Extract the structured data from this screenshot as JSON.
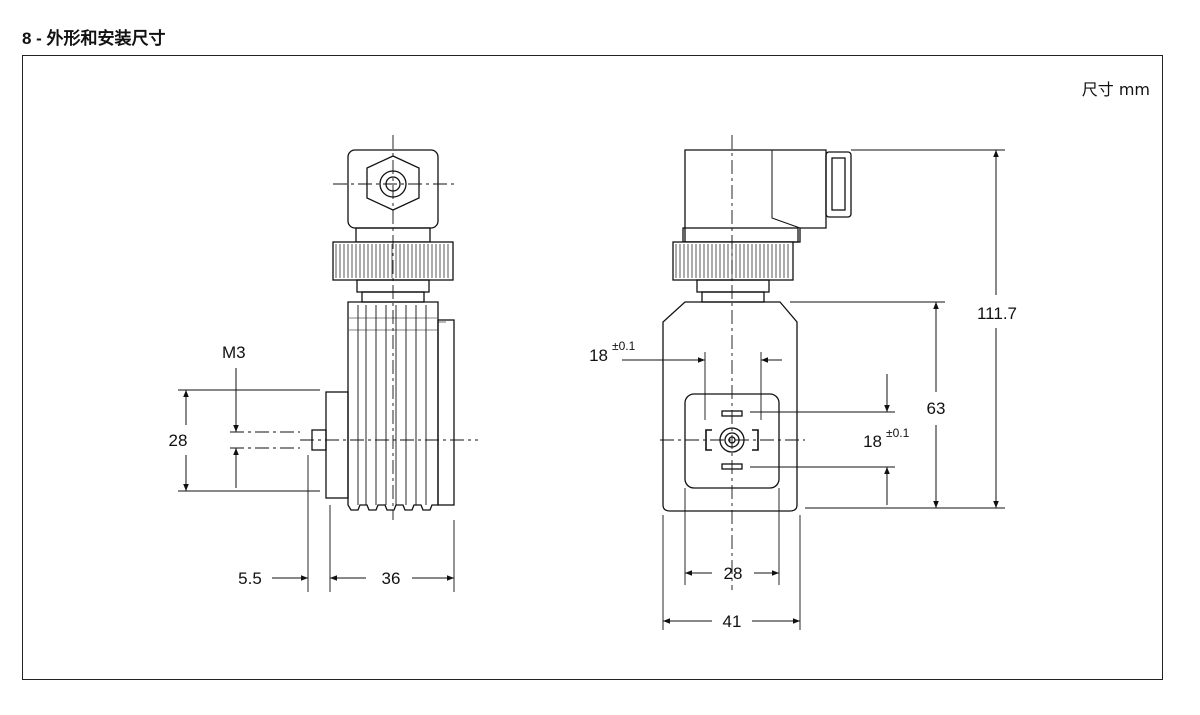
{
  "header": {
    "title": "8 - 外形和安装尺寸"
  },
  "drawing": {
    "units_label": "尺寸  mm",
    "side_view": {
      "thread_label": "M3",
      "dim_height": "28",
      "dim_offset": "5.5",
      "dim_width": "36"
    },
    "front_view": {
      "dim_total_height": "111.7",
      "dim_body_height": "63",
      "dim_hole_h_value": "18",
      "dim_hole_h_tol": "±0.1",
      "dim_hole_v_value": "18",
      "dim_hole_v_tol": "±0.1",
      "dim_plate_width": "28",
      "dim_body_width": "41"
    }
  }
}
